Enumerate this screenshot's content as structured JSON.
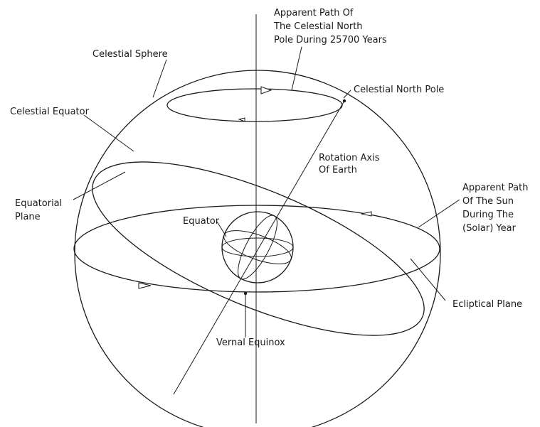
{
  "labels": {
    "celestial_pole_path": [
      "Apparent Path Of",
      "The Celestial North",
      "Pole During  25700 Years"
    ],
    "celestial_sphere": "Celestial Sphere",
    "celestial_north_pole": "Celestial North Pole",
    "celestial_equator": "Celestial Equator",
    "rotation_axis": [
      "Rotation Axis",
      "Of Earth"
    ],
    "equatorial_plane": [
      "Equatorial",
      "Plane"
    ],
    "sun_path": [
      "Apparent Path",
      "Of The Sun",
      "During The",
      "(Solar) Year"
    ],
    "equator": "Equator",
    "ecliptical_plane": "Ecliptical Plane",
    "vernal_equinox": "Vernal Equinox"
  }
}
